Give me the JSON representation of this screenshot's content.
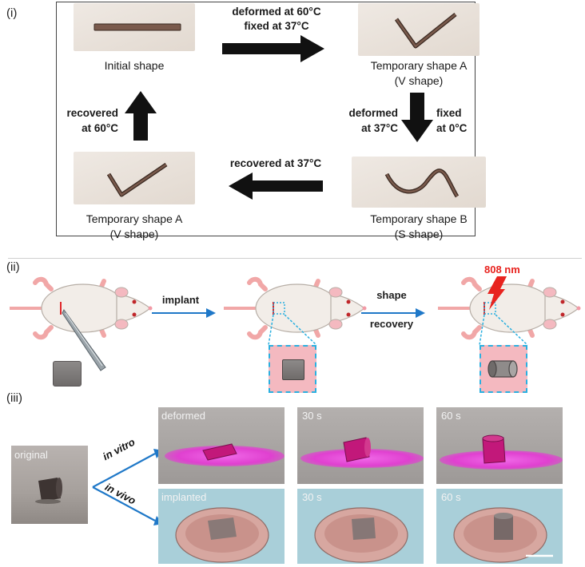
{
  "panel_i": {
    "label": "(i)",
    "initial_caption": "Initial shape",
    "temp_a_caption_line1": "Temporary shape A",
    "temp_a_caption_line2": "(V shape)",
    "temp_b_caption_line1": "Temporary shape B",
    "temp_b_caption_line2": "(S shape)",
    "temp_a_bottom_line1": "Temporary shape A",
    "temp_a_bottom_line2": "(V shape)",
    "top_arrow_line1": "deformed at 60°C",
    "top_arrow_line2": "fixed at 37°C",
    "right_left_line1": "deformed",
    "right_left_line2": "at 37°C",
    "right_right_line1": "fixed",
    "right_right_line2": "at 0°C",
    "bottom_arrow": "recovered at 37°C",
    "left_arrow_line1": "recovered",
    "left_arrow_line2": "at 60°C"
  },
  "panel_ii": {
    "label": "(ii)",
    "implant": "implant",
    "shape_line1": "shape",
    "shape_line2": "recovery",
    "laser": "808 nm",
    "laser_color": "#e8231f",
    "arrow_color": "#1f78c8",
    "zoom_color": "#f4b9c0"
  },
  "panel_iii": {
    "label": "(iii)",
    "original": "original",
    "in_vitro": "in vitro",
    "in_vivo": "in vivo",
    "row1": [
      "deformed",
      "30 s",
      "60 s"
    ],
    "row2": [
      "implanted",
      "30 s",
      "60 s"
    ],
    "laser_color": "#e040d0",
    "tube_color": "#c2187a"
  }
}
